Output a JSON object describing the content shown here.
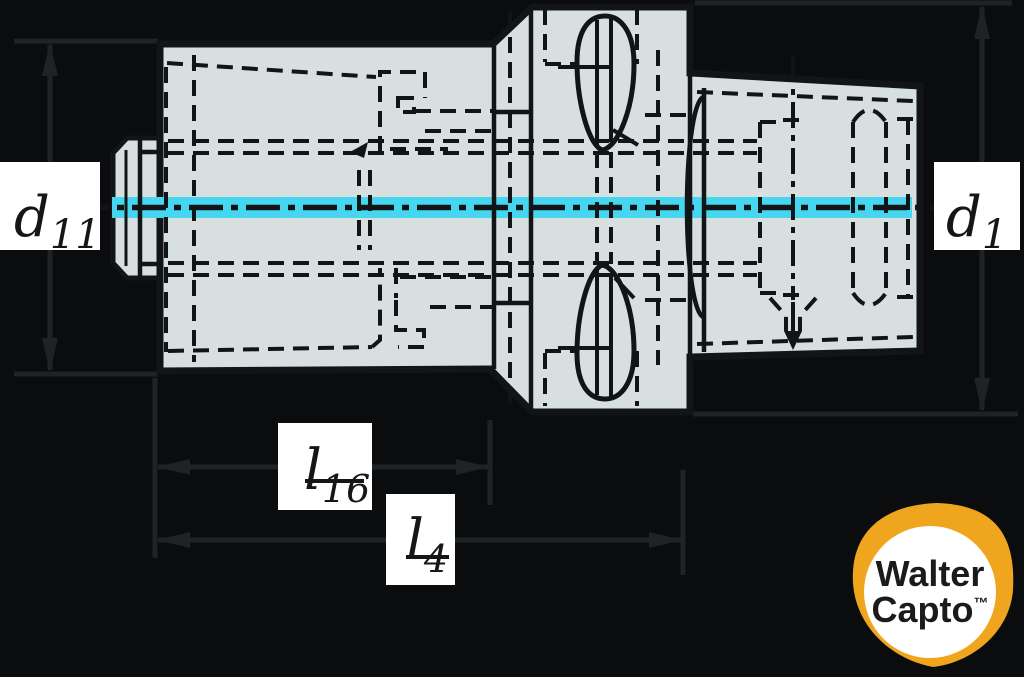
{
  "drawing": {
    "dimension_labels": {
      "d11": {
        "main": "d",
        "sub": "11"
      },
      "d1": {
        "main": "d",
        "sub": "1"
      },
      "l16": {
        "main": "l",
        "sub": "16"
      },
      "l4": {
        "main": "l",
        "sub": "4"
      }
    },
    "colors": {
      "background": "#0A0C0D",
      "body_fill": "#D8DFDF",
      "line": "#121517",
      "centerline_cyan": "#47D6EF",
      "dimension_line": "#1E2325",
      "label_bg": "#FFFFFF",
      "label_text": "#161616"
    }
  },
  "logo": {
    "line1": "Walter",
    "line2": "Capto",
    "trademark": "™",
    "shape_color": "#F0A51F",
    "text_color": "#1B1B1B"
  }
}
